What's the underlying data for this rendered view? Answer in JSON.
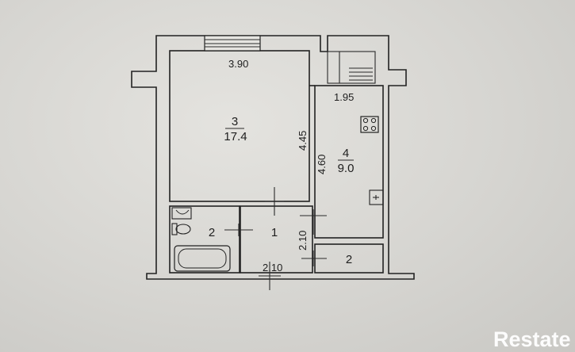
{
  "plan": {
    "dimensions": {
      "living_width": "3.90",
      "living_depth": "4.45",
      "kitchen_width": "1.95",
      "kitchen_depth": "4.60",
      "hall_depth": "2.10",
      "hall_width": "2.10"
    },
    "rooms": {
      "living": {
        "number": "3",
        "area": "17.4"
      },
      "kitchen": {
        "number": "4",
        "area": "9.0"
      },
      "bath": {
        "number": "2"
      },
      "hall": {
        "number": "1"
      },
      "closet": {
        "number": "2"
      }
    }
  },
  "watermark": {
    "logo_text": "Restate"
  }
}
